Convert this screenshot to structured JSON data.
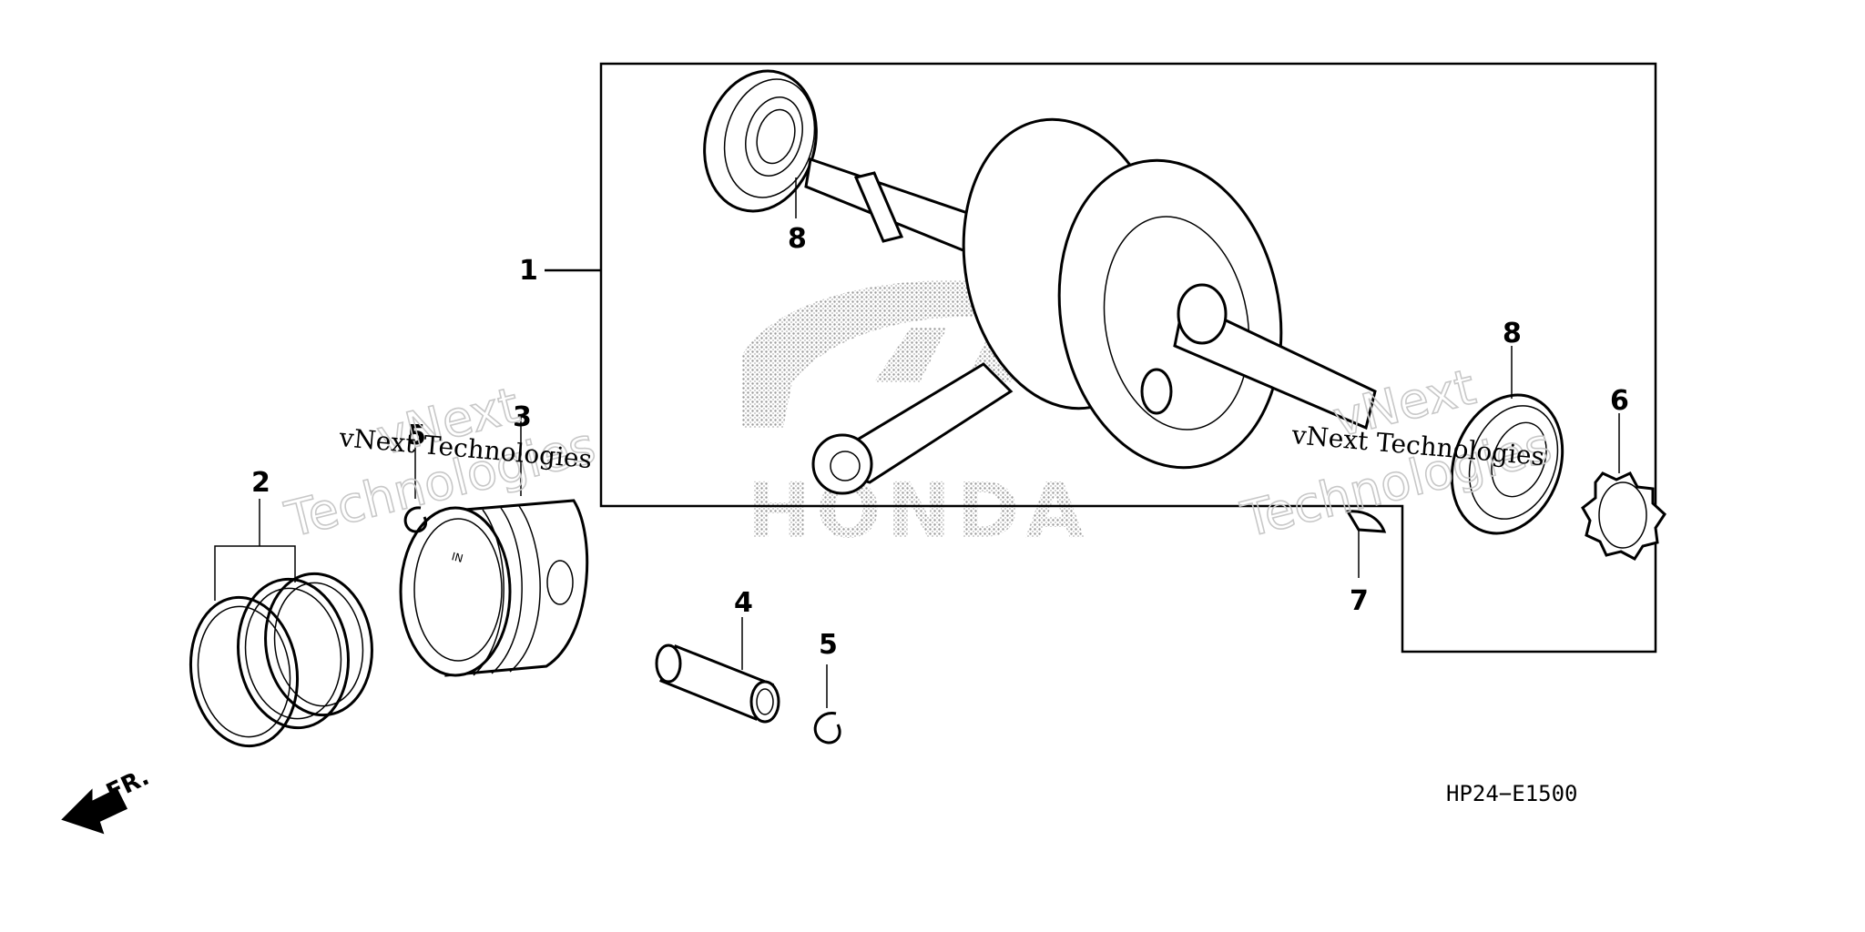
{
  "diagram": {
    "drawing_code": "HP24−E1500",
    "front_marker": "FR.",
    "callouts": {
      "c1": "1",
      "c2": "2",
      "c3": "3",
      "c4": "4",
      "c5a": "5",
      "c5b": "5",
      "c6": "6",
      "c7": "7",
      "c8a": "8",
      "c8b": "8"
    },
    "piston_mark": "IN"
  },
  "watermark": {
    "logo": "HONDA",
    "small_text": "vNext Technologies",
    "big_line1": "vNext",
    "big_line2": "Technologies"
  }
}
